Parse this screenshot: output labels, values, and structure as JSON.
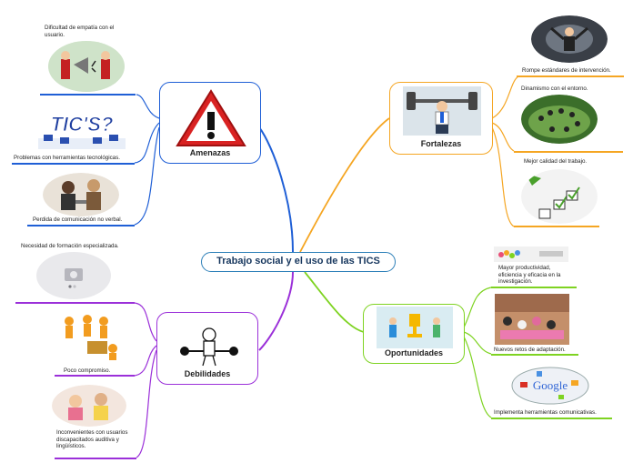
{
  "central": {
    "title": "Trabajo social y el uso de las TICS"
  },
  "branches": {
    "amenazas": {
      "label": "Amenazas",
      "color": "#1f5fd6",
      "leaves": [
        "Dificultad de empatía con el usuario.",
        "Problemas con herramientas tecnológicas.",
        "Perdida de comunicación no verbal."
      ],
      "tics_logo_text": "TIC'S?"
    },
    "fortalezas": {
      "label": "Fortalezas",
      "color": "#f5a623",
      "leaves": [
        "Rompe estándares de intervención.",
        "Dinamismo con el entorno.",
        "Mejor calidad del trabajo."
      ]
    },
    "debilidades": {
      "label": "Debilidades",
      "color": "#9b30d9",
      "leaves": [
        "Necesidad de formación especializada.",
        "Poco compromiso.",
        "Inconvenientes con usuarios discapacitados auditiva y lingüísticos."
      ]
    },
    "oportunidades": {
      "label": "Oportunidades",
      "color": "#7ed321",
      "leaves": [
        "Mayor productividad, eficiencia y eficacia en la investigación.",
        "Nuevos retos de adaptación.",
        "Implementa herramientas comunicativas."
      ],
      "google_logo_text": "Google"
    }
  },
  "colors": {
    "central_border": "#2c7fb8",
    "amenazas": "#1f5fd6",
    "fortalezas": "#f5a623",
    "debilidades": "#9b30d9",
    "oportunidades": "#7ed321"
  }
}
